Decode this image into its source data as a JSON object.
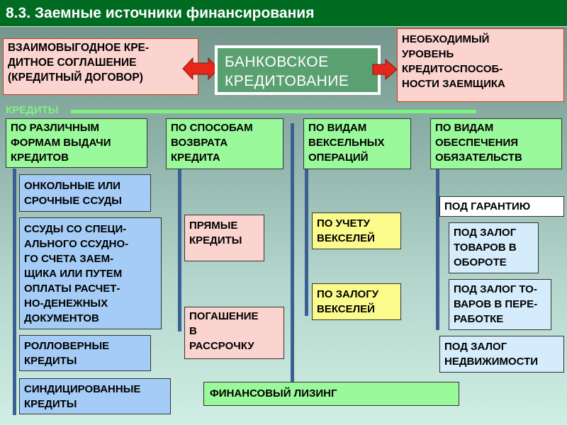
{
  "header": {
    "title": "8.3. Заемные источники финансирования"
  },
  "top": {
    "left_text": "ВЗАИМОВЫГОДНОЕ КРЕ-\nДИТНОЕ СОГЛАШЕНИЕ\n(КРЕДИТНЫЙ ДОГОВОР)",
    "center_text": "БАНКОВСКОЕ\nКРЕДИТОВАНИЕ",
    "right_text": "НЕОБХОДИМЫЙ\nУРОВЕНЬ\nКРЕДИТОСПОСОБ-\nНОСТИ ЗАЕМЩИКА"
  },
  "credits_label": "КРЕДИТЫ",
  "categories": [
    "ПО РАЗЛИЧНЫМ\nФОРМАМ ВЫДАЧИ\nКРЕДИТОВ",
    "ПО СПОСОБАМ\nВОЗВРАТА\nКРЕДИТА",
    "ПО ВИДАМ\nВЕКСЕЛЬНЫХ\nОПЕРАЦИЙ",
    "ПО ВИДАМ\nОБЕСПЕЧЕНИЯ\nОБЯЗАТЕЛЬСТВ"
  ],
  "forms": [
    " ОНКОЛЬНЫЕ ИЛИ\nСРОЧНЫЕ ССУДЫ",
    "ССУДЫ СО СПЕЦИ-\nАЛЬНОГО ССУДНО-\nГО СЧЕТА ЗАЕМ-\nЩИКА  ИЛИ ПУТЕМ\nОПЛАТЫ РАСЧЕТ-\nНО-ДЕНЕЖНЫХ\nДОКУМЕНТОВ",
    " РОЛЛОВЕРНЫЕ\nКРЕДИТЫ",
    "СИНДИЦИРОВАННЫЕ\nКРЕДИТЫ"
  ],
  "repayment": [
    "ПРЯМЫЕ\nКРЕДИТЫ",
    "ПОГАШЕНИЕ\nВ\nРАССРОЧКУ"
  ],
  "bills": [
    "ПО УЧЕТУ\nВЕКСЕЛЕЙ",
    "ПО ЗАЛОГУ\nВЕКСЕЛЕЙ"
  ],
  "security": [
    "ПОД ГАРАНТИЮ",
    "ПОД ЗАЛОГ\nТОВАРОВ В\nОБОРОТЕ",
    "ПОД ЗАЛОГ ТО-\nВАРОВ В ПЕРЕ-\nРАБОТКЕ",
    "ПОД ЗАЛОГ\nНЕДВИЖИМОСТИ"
  ],
  "leasing": "ФИНАНСОВЫЙ ЛИЗИНГ",
  "colors": {
    "header_bg": "#006c22",
    "category_green": "#9af99a",
    "form_blue": "#a5ccf6",
    "repayment_pink": "#fbd3cf",
    "bills_yellow": "#fbfb8c",
    "security_light_blue": "#d4ecfb",
    "arrow_red": "#e8261a",
    "connector_blue": "#3b5f93"
  }
}
